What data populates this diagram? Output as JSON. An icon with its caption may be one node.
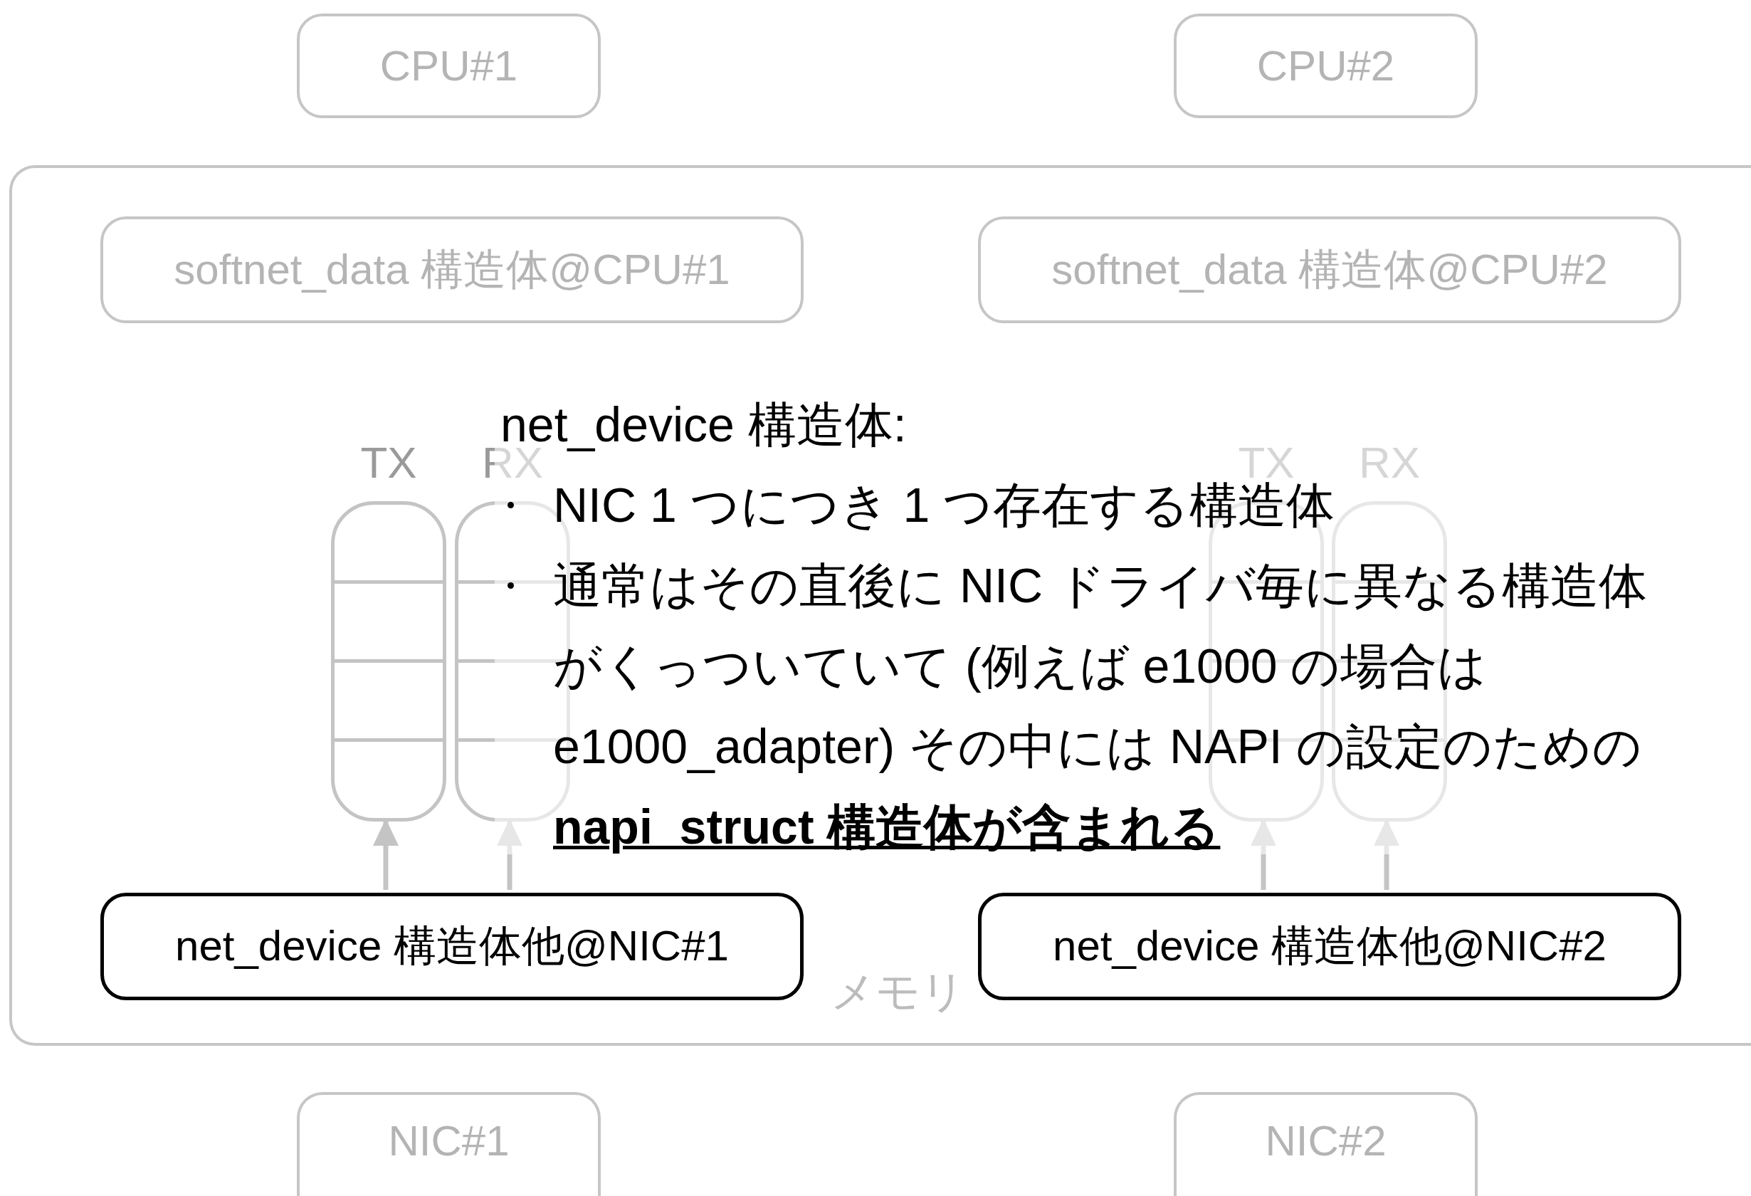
{
  "diagram": {
    "nodes": [
      {
        "text": [
          "CPU#1"
        ]
      },
      {
        "text": [
          "CPU#2"
        ]
      },
      {
        "text": [
          "メモリ"
        ]
      },
      {
        "text": [
          "softnet_data 構造体@CPU#1"
        ],
        "in": 2
      },
      {
        "text": [
          "softnet_data 構造体@CPU#2"
        ],
        "in": 2
      },
      {
        "text": [
          "TX"
        ],
        "in": 2
      },
      {
        "text": [
          "RX"
        ],
        "in": 2
      },
      {
        "text": [
          "TX"
        ],
        "in": 2
      },
      {
        "text": [
          "RX"
        ],
        "in": 2
      },
      {
        "text": [
          "net_device 構造体他@NIC#1"
        ],
        "in": 2
      },
      {
        "text": [
          "net_device 構造体他@NIC#2"
        ],
        "in": 2
      },
      {
        "text": [
          "NIC#1"
        ]
      },
      {
        "text": [
          "NIC#2"
        ]
      }
    ],
    "edges": [
      {
        "from": 9,
        "to": 5,
        "arrow": "to"
      },
      {
        "from": 9,
        "to": 6,
        "arrow": "to"
      },
      {
        "from": 10,
        "to": 7,
        "arrow": "to"
      },
      {
        "from": 10,
        "to": 8,
        "arrow": "to"
      }
    ],
    "labels": [
      "net_device 構造体:",
      "NIC 1 つにつき 1 つ存在する構造体",
      "通常はその直後に NIC ドライバ毎に異なる構造体がくっついていて (例えば e1000 の場合は e1000_adapter) その中には NAPI の設定のための **napi_struct 構造体が含まれる**"
    ]
  }
}
